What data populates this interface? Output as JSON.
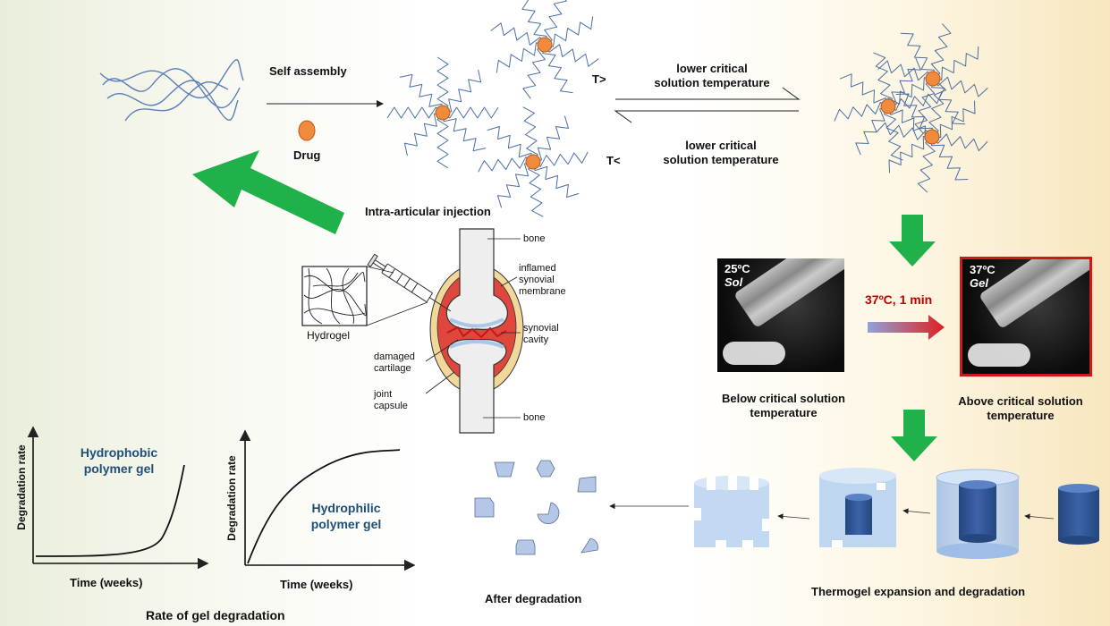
{
  "top_row": {
    "self_assembly": "Self assembly",
    "drug": "Drug",
    "t_greater": "T>",
    "t_less": "T<",
    "lcst_upper_line1": "lower critical",
    "lcst_upper_line2": "solution temperature",
    "lcst_lower_line1": "lower critical",
    "lcst_lower_line2": "solution temperature"
  },
  "injection": {
    "title": "Intra-articular injection",
    "hydrogel": "Hydrogel",
    "bone_top": "bone",
    "bone_bottom": "bone",
    "inflamed_line1": "inflamed",
    "inflamed_line2": "synovial",
    "inflamed_line3": "membrane",
    "cavity_line1": "synovial",
    "cavity_line2": "cavity",
    "cartilage_line1": "damaged",
    "cartilage_line2": "cartilage",
    "capsule_line1": "joint",
    "capsule_line2": "capsule"
  },
  "sol_gel": {
    "sol_temp": "25ºC",
    "sol_state": "Sol",
    "gel_temp": "37ºC",
    "gel_state": "Gel",
    "transition": "37ºC, 1 min",
    "below_line1": "Below critical solution",
    "below_line2": "temperature",
    "above_line1": "Above critical  solution",
    "above_line2": "temperature"
  },
  "degradation": {
    "after": "After degradation",
    "thermogel": "Thermogel expansion and degradation"
  },
  "charts": {
    "caption": "Rate of gel degradation",
    "hydrophobic_line1": "Hydrophobic",
    "hydrophobic_line2": "polymer gel",
    "hydrophilic_line1": "Hydrophilic",
    "hydrophilic_line2": "polymer gel"
  },
  "chart_data": [
    {
      "type": "line",
      "series": [
        {
          "name": "Hydrophobic polymer gel",
          "trend": "exponential increase"
        }
      ],
      "xlabel": "Time (weeks)",
      "ylabel": "Degradation rate"
    },
    {
      "type": "line",
      "series": [
        {
          "name": "Hydrophilic polymer gel",
          "trend": "rapid rise then plateau"
        }
      ],
      "xlabel": "Time (weeks)",
      "ylabel": "Degradation rate"
    }
  ],
  "colors": {
    "green_arrow": "#21b14b",
    "drug_core": "#f08a3c",
    "polymer": "#4a6fa5",
    "synovium": "#e0473c",
    "capsule": "#f2d79a",
    "gel_light": "#b8d2f0",
    "core_dark": "#2f5597",
    "fragment": "#b4c7e7",
    "red_arrow": "#e02020"
  }
}
